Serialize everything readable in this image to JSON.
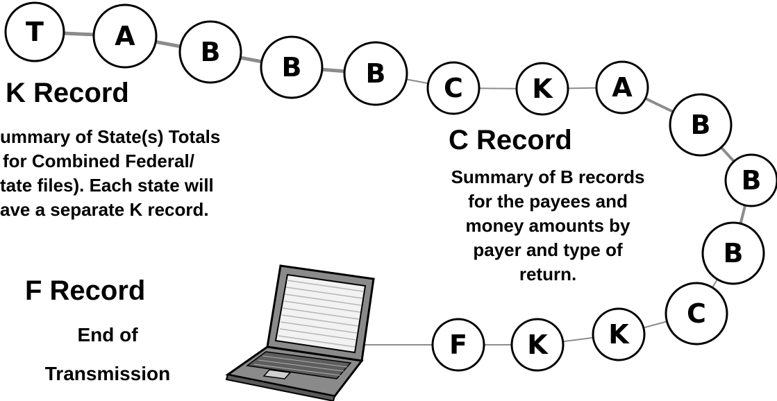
{
  "records": {
    "k": {
      "title": "K Record",
      "lines": [
        "ummary of State(s) Totals",
        "for Combined Federal/",
        "tate files).  Each state will",
        "ave a separate K record."
      ]
    },
    "c": {
      "title": "C Record",
      "lines": [
        "Summary of B records",
        "for the payees and",
        "money amounts by",
        "payer and type of",
        "return."
      ]
    },
    "f": {
      "title": "F Record",
      "lines": [
        "End of",
        "Transmission"
      ]
    }
  },
  "chain": {
    "nodes": [
      "T",
      "A",
      "B",
      "B",
      "B",
      "C",
      "K",
      "A",
      "B",
      "B",
      "B",
      "C",
      "K",
      "K",
      "F"
    ]
  },
  "icons": [
    "laptop-icon"
  ],
  "colors": {
    "ink": "#000000",
    "link_gray": "#8c8c8c",
    "background": "#ffffff"
  }
}
